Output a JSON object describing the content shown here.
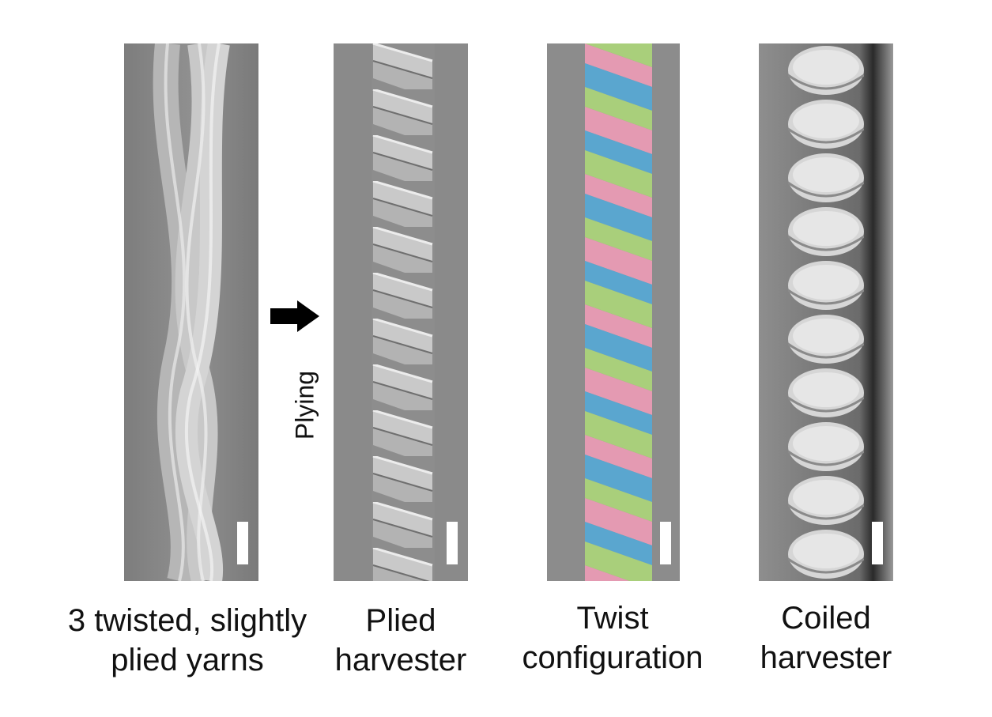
{
  "panels": [
    {
      "caption_line1": "3 twisted, slightly",
      "caption_line2": "plied yarns"
    },
    {
      "caption_line1": "Plied",
      "caption_line2": "harvester"
    },
    {
      "caption_line1": "Twist",
      "caption_line2": "configuration"
    },
    {
      "caption_line1": "Coiled",
      "caption_line2": "harvester"
    }
  ],
  "process_label": "Plying",
  "colors": {
    "sem_background": "#8a8a8a",
    "strand_pink": "#e49ab2",
    "strand_blue": "#5aa6cf",
    "strand_green": "#a9cf7b",
    "caption_text": "#111111"
  }
}
